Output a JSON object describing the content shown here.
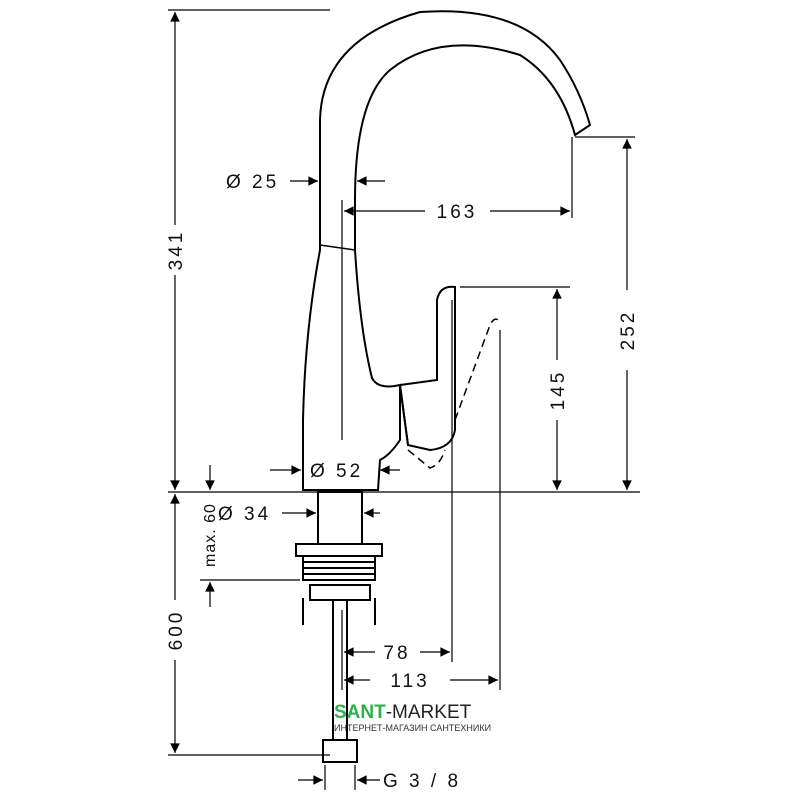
{
  "dimensions": {
    "total_height": "341",
    "spout_diameter": "Ø 25",
    "spout_reach": "163",
    "spout_height": "252",
    "handle_height": "145",
    "body_diameter": "Ø 52",
    "shank_diameter": "Ø 34",
    "max_thickness": "max. 60",
    "hose_length": "600",
    "handle_reach": "78",
    "handle_swing": "113",
    "thread": "G 3 / 8"
  },
  "watermark": {
    "brand_a": "SANT",
    "brand_b": "-MARKET",
    "tagline": "ИНТЕРНЕТ-МАГАЗИН САНТЕХНИКИ",
    "brand_color": "#2fb04a"
  }
}
